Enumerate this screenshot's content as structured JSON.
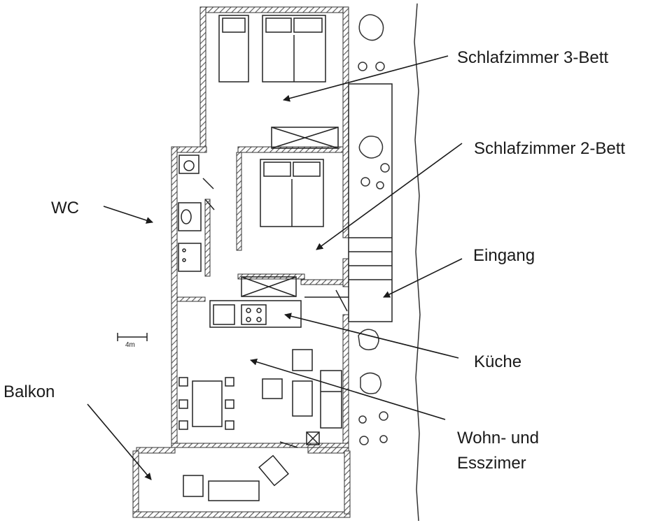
{
  "labels": {
    "schlafzimmer3": "Schlafzimmer 3-Bett",
    "schlafzimmer2": "Schlafzimmer 2-Bett",
    "wc": "WC",
    "eingang": "Eingang",
    "kueche": "Küche",
    "wohn_line1": "Wohn- und",
    "wohn_line2": "Esszimer",
    "balkon": "Balkon",
    "scale": "4m"
  },
  "colors": {
    "ink": "#1a1a1a",
    "wall_hatch": "#555555",
    "background": "#ffffff"
  }
}
